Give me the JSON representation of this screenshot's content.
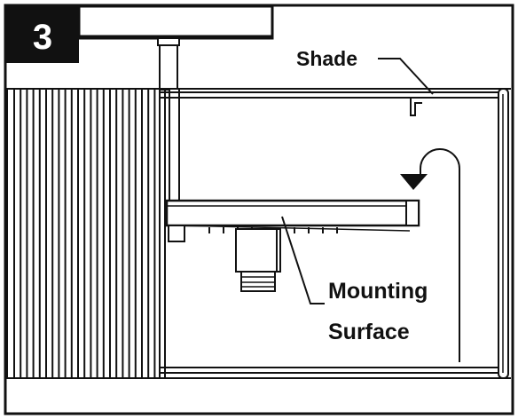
{
  "step": {
    "number": "3"
  },
  "labels": {
    "shade": "Shade",
    "mounting_line1": "Mounting",
    "mounting_line2": "Surface"
  },
  "colors": {
    "ink": "#111111",
    "paper": "#ffffff"
  },
  "icons": {
    "rotate_arrow": "rotate-arrow-icon"
  }
}
